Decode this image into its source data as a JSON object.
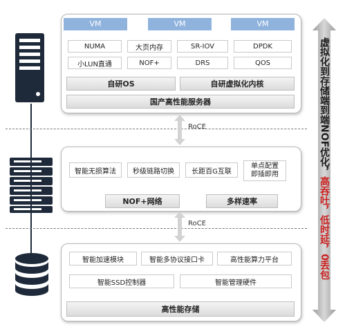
{
  "top": {
    "vms": [
      "VM",
      "VM",
      "VM"
    ],
    "features": [
      "NUMA",
      "大页内存",
      "SR-IOV",
      "DPDK",
      "小LUN直通",
      "NOF+",
      "DRS",
      "QOS"
    ],
    "self_os": "自研OS",
    "self_virt": "自研虚拟化内核",
    "server": "国产高性能服务器"
  },
  "link_top": "RoCE",
  "middle": {
    "features": [
      "智能无损算法",
      "秒级链路切换",
      "长距百G互联"
    ],
    "plug": "单点配置\n即插即用",
    "nof": "NOF+网络",
    "rates": "多样速率"
  },
  "link_bottom": "RoCE",
  "bottom": {
    "row1": [
      "智能加速模块",
      "智能多协议接口卡",
      "高性能算力平台"
    ],
    "row2": [
      "智能SSD控制器",
      "智能管理硬件"
    ],
    "storage": "高性能存储"
  },
  "side": {
    "main": "虚拟化到存储端到端NOF优化，",
    "highlight": [
      "高吞吐，",
      "低时延，",
      "0丢包"
    ],
    "main_color": "#1a1a1a",
    "highlight_color": "#c9201e"
  },
  "icons": [
    "server-icon",
    "switch-icon",
    "storage-icon"
  ]
}
